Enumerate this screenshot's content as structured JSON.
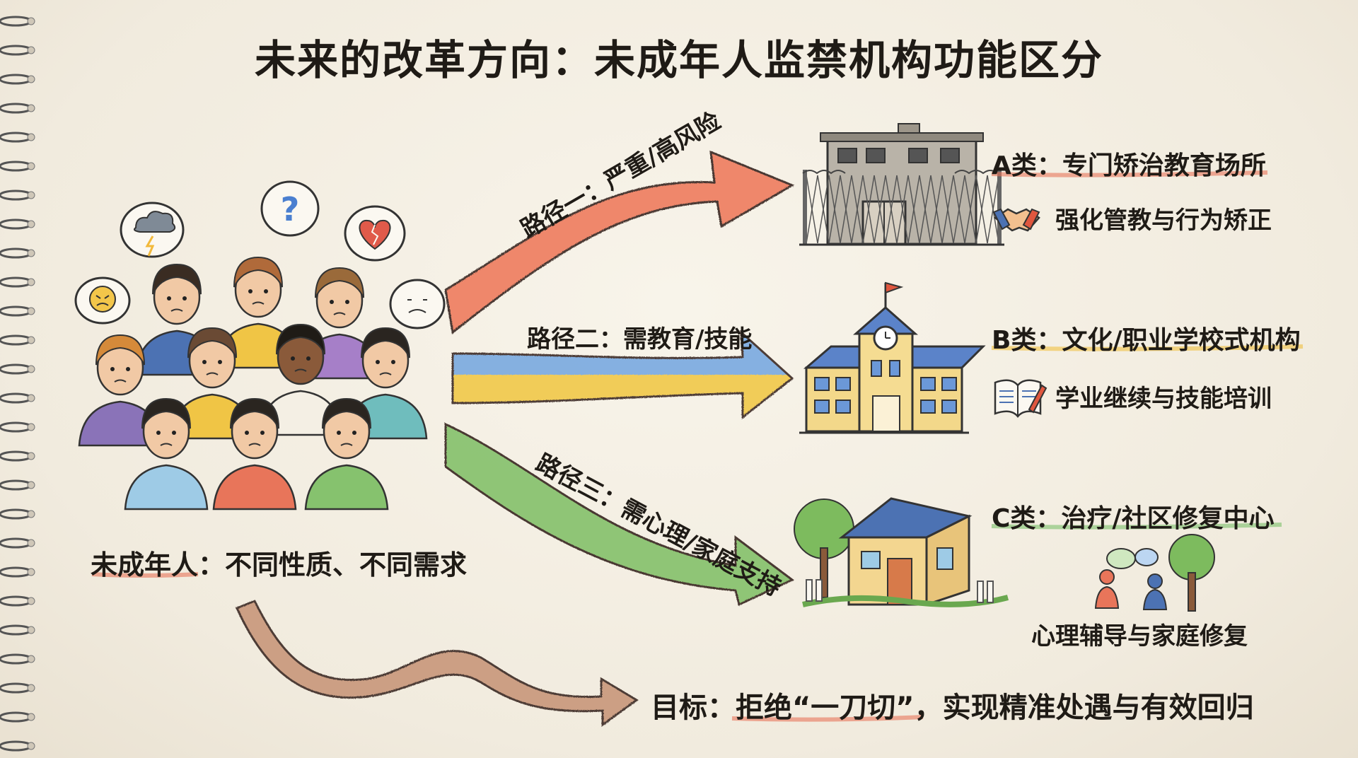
{
  "title": "未来的改革方向：未成年人监禁机构功能区分",
  "people_caption": "未成年人：不同性质、不同需求",
  "paths": [
    {
      "label": "路径一：严重/高风险"
    },
    {
      "label": "路径二：需教育/技能"
    },
    {
      "label": "路径三：需心理/家庭支持"
    }
  ],
  "categories": [
    {
      "title": "A类：专门矫治教育场所",
      "desc": "强化管教与行为矫正",
      "icon": "handshake-icon",
      "accent": "#e8755a"
    },
    {
      "title": "B类：文化/职业学校式机构",
      "desc": "学业继续与技能培训",
      "icon": "book-icon",
      "accent": "#f0c040"
    },
    {
      "title": "C类：治疗/社区修复中心",
      "desc": "心理辅导与家庭修复",
      "icon": "counseling-icon",
      "accent": "#7cc06a"
    }
  ],
  "goal": "目标：拒绝“一刀切”，实现精准处遇与有效回归",
  "colors": {
    "red_arrow": "#ef7e62",
    "blue_arrow": "#79a9e0",
    "yellow_arrow": "#f1c84a",
    "green_arrow": "#86c26e",
    "brown_arrow": "#c8977a"
  }
}
